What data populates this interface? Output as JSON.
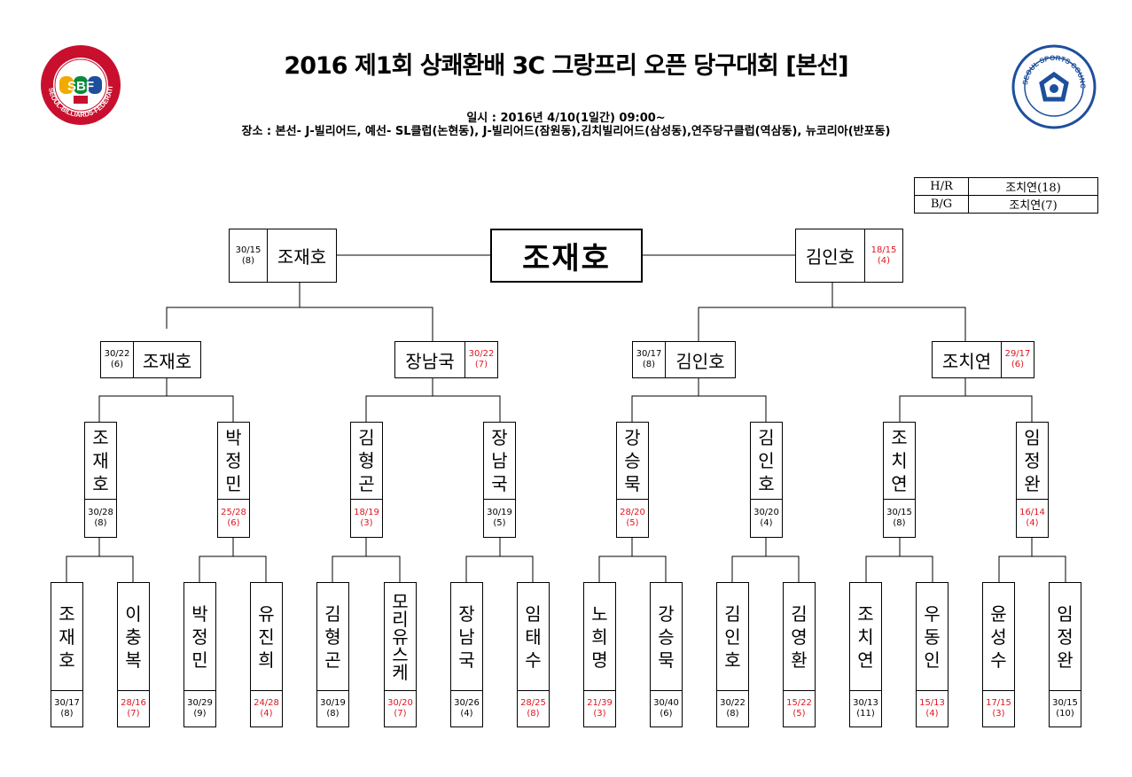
{
  "header": {
    "title": "2016 제1회 상쾌환배 3C 그랑프리 오픈 당구대회 [본선]",
    "date_line": "일시 : 2016년 4/10(1일간) 09:00~",
    "venue_line": "장소 : 본선- J-빌리어드, 예선- SL클럽(논현동), J-빌리어드(잠원동),김치빌리어드(삼성동),연주당구클럽(역삼동), 뉴코리아(반포동)",
    "logo_left_text": "SBF",
    "logo_left_ring": "SEOUL-BILLIARDS-FEDERATION",
    "logo_right_ring": "SEOUL SPORTS COUNCIL"
  },
  "records": [
    {
      "label": "H/R",
      "value": "조치연(18)"
    },
    {
      "label": "B/G",
      "value": "조치연(7)"
    }
  ],
  "champion": "조재호",
  "final": {
    "left": {
      "name": "조재호",
      "score": "30/15",
      "inning": "(8)"
    },
    "right": {
      "name": "김인호",
      "score": "18/15",
      "inning": "(4)"
    }
  },
  "semi": [
    {
      "name": "조재호",
      "score": "30/22",
      "inning": "(6)",
      "side": "left"
    },
    {
      "name": "장남국",
      "score": "30/22",
      "inning": "(7)",
      "side": "right"
    },
    {
      "name": "김인호",
      "score": "30/17",
      "inning": "(8)",
      "side": "left"
    },
    {
      "name": "조치연",
      "score": "29/17",
      "inning": "(6)",
      "side": "right"
    }
  ],
  "quarter": [
    {
      "name": "조재호",
      "score": "30/28",
      "inning": "(8)",
      "red": false
    },
    {
      "name": "박정민",
      "score": "25/28",
      "inning": "(6)",
      "red": true
    },
    {
      "name": "김형곤",
      "score": "18/19",
      "inning": "(3)",
      "red": true
    },
    {
      "name": "장남국",
      "score": "30/19",
      "inning": "(5)",
      "red": false
    },
    {
      "name": "강승묵",
      "score": "28/20",
      "inning": "(5)",
      "red": true
    },
    {
      "name": "김인호",
      "score": "30/20",
      "inning": "(4)",
      "red": false
    },
    {
      "name": "조치연",
      "score": "30/15",
      "inning": "(8)",
      "red": false
    },
    {
      "name": "임정완",
      "score": "16/14",
      "inning": "(4)",
      "red": true
    }
  ],
  "round16": [
    {
      "name": "조재호",
      "score": "30/17",
      "inning": "(8)",
      "red": false
    },
    {
      "name": "이충복",
      "score": "28/16",
      "inning": "(7)",
      "red": true
    },
    {
      "name": "박정민",
      "score": "30/29",
      "inning": "(9)",
      "red": false
    },
    {
      "name": "유진희",
      "score": "24/28",
      "inning": "(4)",
      "red": true
    },
    {
      "name": "김형곤",
      "score": "30/19",
      "inning": "(8)",
      "red": false
    },
    {
      "name": "모리유스케",
      "score": "30/20",
      "inning": "(7)",
      "red": true
    },
    {
      "name": "장남국",
      "score": "30/26",
      "inning": "(4)",
      "red": false
    },
    {
      "name": "임태수",
      "score": "28/25",
      "inning": "(8)",
      "red": true
    },
    {
      "name": "노희명",
      "score": "21/39",
      "inning": "(3)",
      "red": true
    },
    {
      "name": "강승묵",
      "score": "30/40",
      "inning": "(6)",
      "red": false
    },
    {
      "name": "김인호",
      "score": "30/22",
      "inning": "(8)",
      "red": false
    },
    {
      "name": "김영환",
      "score": "15/22",
      "inning": "(5)",
      "red": true
    },
    {
      "name": "조치연",
      "score": "30/13",
      "inning": "(11)",
      "red": false
    },
    {
      "name": "우동인",
      "score": "15/13",
      "inning": "(4)",
      "red": true
    },
    {
      "name": "윤성수",
      "score": "17/15",
      "inning": "(3)",
      "red": true
    },
    {
      "name": "임정완",
      "score": "30/15",
      "inning": "(10)",
      "red": false
    }
  ]
}
